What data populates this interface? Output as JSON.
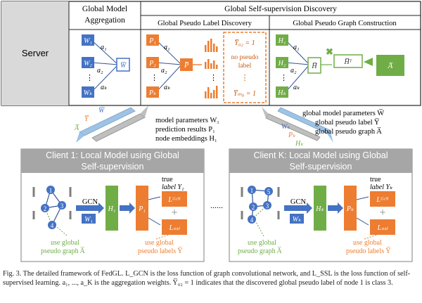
{
  "server": {
    "label": "Server",
    "global_model_aggregation": "Global Model Aggregation",
    "global_self_supervision_discovery": "Global Self-supervision Discovery",
    "global_pseudo_label_discovery": "Global Pseudo Label Discovery",
    "global_pseudo_graph_construction": "Global Pseudo Graph Construction",
    "aggregation_nodes": [
      "W₁",
      "W₂",
      "⋮",
      "Wₖ"
    ],
    "aggregation_weights": [
      "a₁",
      "a₂",
      "aₖ"
    ],
    "aggregated_model": "W̅",
    "label_nodes": [
      "P₁",
      "P₂",
      "⋮",
      "Pₖ"
    ],
    "label_weights": [
      "a₁",
      "a₂",
      "aₖ"
    ],
    "aggregated_prediction": "P̅",
    "pseudo_label_top": "Y̅₀₂ = 1",
    "no_pseudo_label": "no pseudo label",
    "pseudo_label_bottom": "Y̅ₘ₀ = 1",
    "graph_nodes": [
      "H₁",
      "H₂",
      "⋮",
      "Hₖ"
    ],
    "graph_weights": [
      "a₁",
      "a₂",
      "aₖ"
    ],
    "aggregated_embedding": "H̅",
    "transpose_embedding": "H̅ᵀ",
    "pseudo_graph": "A̅"
  },
  "transfer_left": {
    "down_labels": [
      "W̅",
      "Y̅",
      "A̅"
    ],
    "up_items": [
      "model parameters W₁",
      "prediction results P₁",
      "node embeddings H₁"
    ]
  },
  "transfer_right": {
    "down_items": [
      "global model parameters W̅",
      "global pseudo label Y̅",
      "global pseudo graph A̅"
    ],
    "up_labels": [
      "Wₖ",
      "Pₖ",
      "Hₖ"
    ]
  },
  "client1": {
    "title": "Client 1: Local Model using Global Self-supervision",
    "gcn": "GCN",
    "weight": "W₁",
    "hidden": "H₁",
    "prediction": "P₁",
    "true_label": "true label Y₁",
    "loss_gcn": "Lᴳᶜᴺ",
    "loss_ssl": "Lₛₛₗ",
    "plus": "+",
    "nodes": [
      "1",
      "2",
      "3",
      "4"
    ],
    "note_graph": "use global pseudo graph A̅",
    "note_labels": "use global pseudo labels Y̅"
  },
  "ellipsis": "......",
  "clientK": {
    "title": "Client K: Local Model using Global Self-supervision",
    "gcn": "GCN",
    "weight": "Wₖ",
    "hidden": "Hₖ",
    "prediction": "Pₖ",
    "true_label": "true label Yₖ",
    "loss_gcn": "Lᴳᶜᴺ",
    "loss_ssl": "Lₛₛₗ",
    "plus": "+",
    "nodes": [
      "1",
      "2",
      "3",
      "4",
      "5"
    ],
    "note_graph": "use global pseudo graph A̅",
    "note_labels": "use global pseudo labels Y̅"
  },
  "caption": "Fig. 3. The detailed framework of FedGL. L_GCN is the loss function of graph convolutional network, and L_SSL is the loss function of self-supervised learning. a₁, ..., a_K is the aggregation weights. Y̅₀₂ = 1 indicates that the discovered global pseudo label of node 1 is class 3.",
  "colors": {
    "blue": "#4472C4",
    "orange": "#ED7D31",
    "green": "#70AD47",
    "gray_header": "#A6A6A6",
    "gray_dark": "#7F7F7F"
  }
}
